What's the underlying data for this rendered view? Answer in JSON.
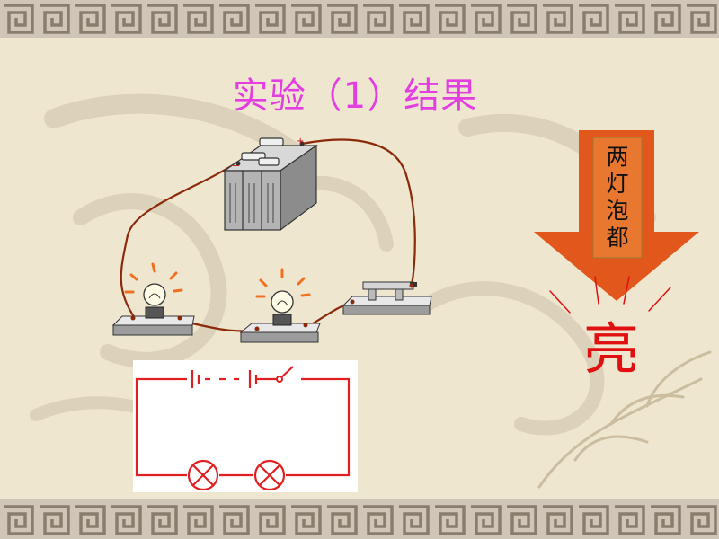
{
  "slide": {
    "title": "实验（1）结果",
    "callout": {
      "chars": [
        "两",
        "灯",
        "泡",
        "都"
      ],
      "result": "亮"
    },
    "colors": {
      "background": "#efe6cf",
      "border": "#9a8d7d",
      "title": "#e23ee0",
      "wire": "#8b2a0a",
      "arrow": "#e2571c",
      "result": "#e01010",
      "schematic": "#e02020"
    }
  }
}
